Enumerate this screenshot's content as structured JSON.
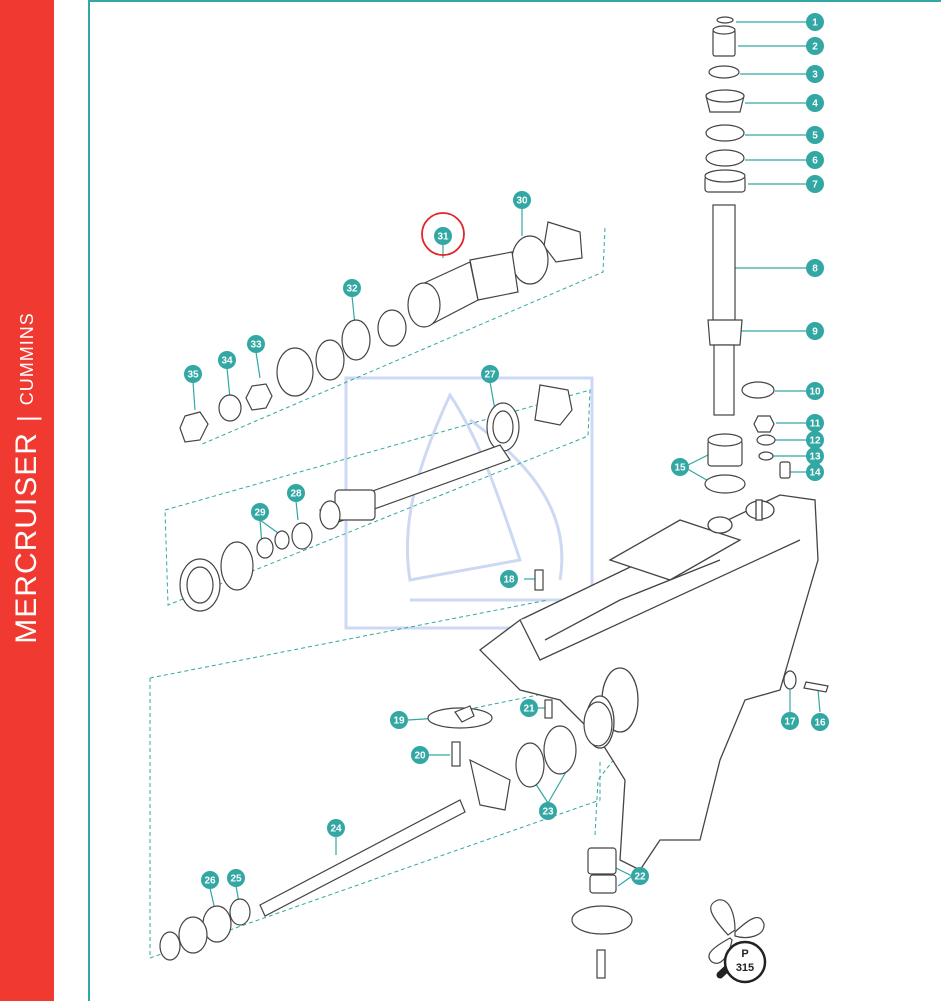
{
  "sidebar": {
    "brand": "MERCRUISER",
    "separator": "|",
    "subbrand": "CUMMINS",
    "color": "#f03a31"
  },
  "colors": {
    "accent": "#32a7a3",
    "highlight": "#e0252b",
    "watermark": "#b8c9ef"
  },
  "diagram": {
    "highlighted_part": "31",
    "propeller_badge": {
      "letter": "P",
      "number": "315"
    }
  },
  "callouts": [
    "1",
    "2",
    "3",
    "4",
    "5",
    "6",
    "7",
    "8",
    "9",
    "10",
    "11",
    "12",
    "13",
    "14",
    "15",
    "16",
    "17",
    "18",
    "19",
    "20",
    "21",
    "22",
    "23",
    "24",
    "25",
    "26",
    "27",
    "28",
    "29",
    "30",
    "31",
    "32",
    "33",
    "34",
    "35"
  ]
}
